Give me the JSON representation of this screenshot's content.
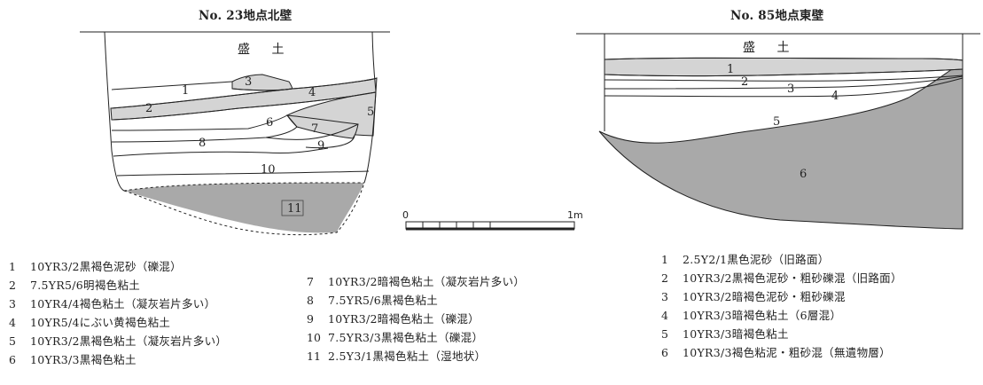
{
  "sections": {
    "left": {
      "title": "No. 23地点北壁",
      "fill_label": "盛 土",
      "layer_labels": [
        "1",
        "2",
        "3",
        "4",
        "5",
        "6",
        "7",
        "8",
        "9",
        "10",
        "11"
      ]
    },
    "right": {
      "title": "No. 85地点東壁",
      "fill_label": "盛 土",
      "layer_labels": [
        "1",
        "2",
        "3",
        "4",
        "5",
        "6"
      ]
    }
  },
  "scale": {
    "start": "0",
    "end": "1m"
  },
  "legend_left_a": [
    {
      "n": "1",
      "t": "10YR3/2黒褐色泥砂（礫混）"
    },
    {
      "n": "2",
      "t": "7.5YR5/6明褐色粘土"
    },
    {
      "n": "3",
      "t": "10YR4/4褐色粘土（凝灰岩片多い）"
    },
    {
      "n": "4",
      "t": "10YR5/4にぶい黄褐色粘土"
    },
    {
      "n": "5",
      "t": "10YR3/2黒褐色粘土（凝灰岩片多い）"
    },
    {
      "n": "6",
      "t": "10YR3/3黒褐色粘土"
    }
  ],
  "legend_left_b": [
    {
      "n": "7",
      "t": "10YR3/2暗褐色粘土（凝灰岩片多い）"
    },
    {
      "n": "8",
      "t": "7.5YR5/6黒褐色粘土"
    },
    {
      "n": "9",
      "t": "10YR3/2暗褐色粘土（礫混）"
    },
    {
      "n": "10",
      "t": "7.5YR3/3黒褐色粘土（礫混）"
    },
    {
      "n": "11",
      "t": "2.5Y3/1黒褐色粘土（湿地状）"
    }
  ],
  "legend_right": [
    {
      "n": "1",
      "t": "2.5Y2/1黒色泥砂（旧路面）"
    },
    {
      "n": "2",
      "t": "10YR3/2黒褐色泥砂・粗砂礫混（旧路面）"
    },
    {
      "n": "3",
      "t": "10YR3/2暗褐色泥砂・粗砂礫混"
    },
    {
      "n": "4",
      "t": "10YR3/3暗褐色粘土（6層混）"
    },
    {
      "n": "5",
      "t": "10YR3/3暗褐色粘土"
    },
    {
      "n": "6",
      "t": "10YR3/3褐色粘泥・粗砂混（無遺物層）"
    }
  ],
  "colors": {
    "shade": "#d4d4d4",
    "shade_dark": "#a9a9a9",
    "line": "#222222"
  }
}
